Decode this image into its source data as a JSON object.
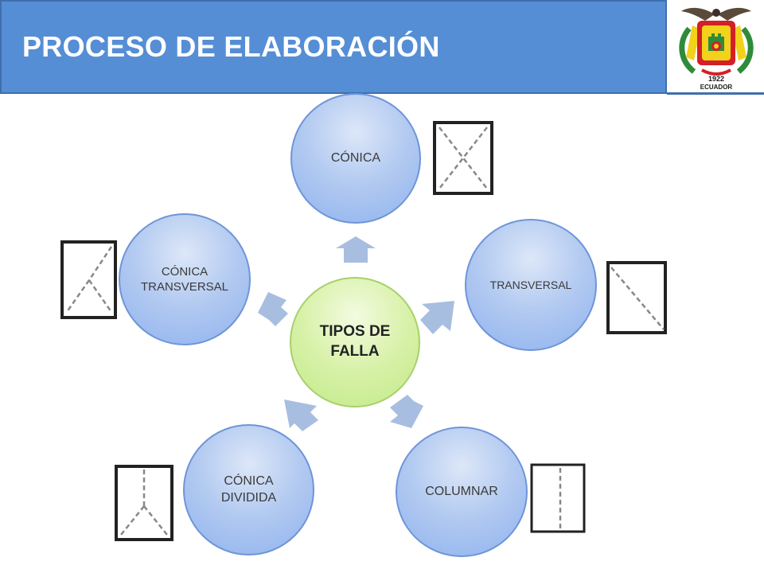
{
  "header": {
    "title": "PROCESO DE ELABORACIÓN",
    "band_color": "#558ed5"
  },
  "logo": {
    "year": "1922",
    "country": "ECUADOR"
  },
  "diagram": {
    "center_label": "TIPOS DE FALLA",
    "nodes": [
      {
        "id": "conica",
        "label": "CÓNICA"
      },
      {
        "id": "transversal",
        "label": "TRANSVERSAL"
      },
      {
        "id": "columnar",
        "label": "COLUMNAR"
      },
      {
        "id": "conica-dividida",
        "label": "CÓNICA DIVIDIDA"
      },
      {
        "id": "conica-transversal",
        "label": "CÓNICA TRANSVERSAL"
      }
    ],
    "colors": {
      "node_blue": "#8fb2ee",
      "node_center": "#c3ea8a",
      "arrow": "#a8bee0"
    }
  }
}
